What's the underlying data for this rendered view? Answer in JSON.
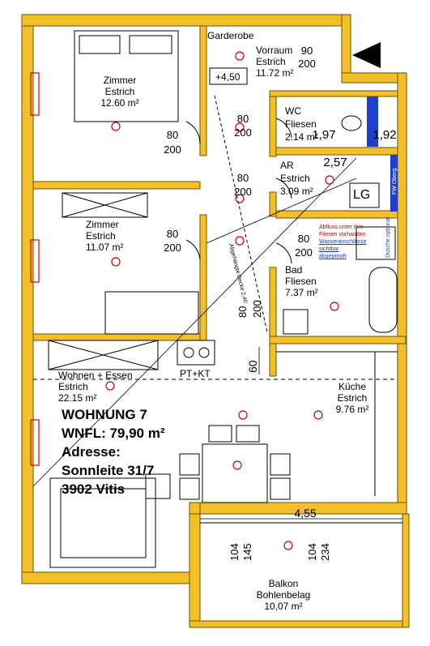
{
  "colors": {
    "wall": "#f4c02a",
    "wall_outline": "#6b5200",
    "electrical": "#cc0000",
    "accent_blue": "#1f3fcf"
  },
  "rooms": {
    "zimmer1": {
      "name": "Zimmer",
      "floor": "Estrich",
      "area": "12.60 m²"
    },
    "zimmer2": {
      "name": "Zimmer",
      "floor": "Estrich",
      "area": "11.07 m²"
    },
    "vorraum": {
      "name": "Vorraum",
      "floor": "Estrich",
      "area": "11.72 m²",
      "garderobe": "Garderobe",
      "level": "+4,50"
    },
    "wc": {
      "name": "WC",
      "floor": "Fliesen",
      "area": "2.14 m²"
    },
    "ar": {
      "name": "AR",
      "floor": "Estrich",
      "area": "3.09 m²",
      "lg": "LG",
      "fw": "FW Oberg."
    },
    "bad": {
      "name": "Bad",
      "floor": "Fliesen",
      "area": "7.37 m²",
      "note_red_1": "Abfluss unter den",
      "note_red_2": "Fliesen vorhanden",
      "note_blue_1": "Wasseranschlüsse",
      "note_blue_2": "sichtbar",
      "note_blue_3": "abgeprooft",
      "dusche": "Dusche optional"
    },
    "wohnen": {
      "name": "Wohnen + Essen",
      "floor": "Estrich",
      "area": "22.15 m²",
      "ptkt": "PT+KT"
    },
    "kueche": {
      "name": "Küche",
      "floor": "Estrich",
      "area": "9.76 m²"
    },
    "balkon": {
      "name": "Balkon",
      "floor": "Bohlenbelag",
      "area": "10,07 m²"
    }
  },
  "unit": {
    "line1": "WOHNUNG 7",
    "line2": "WNFL: 79,90 m²",
    "line3": "Adresse:",
    "line4": "Sonnleite 31/7",
    "line5": "3902 Vitis"
  },
  "dimensions": {
    "door_w": "80",
    "door_h": "200",
    "door_h_vorraum": "90",
    "wc_w": "1,97",
    "wc_h": "1,92",
    "ar_w": "2,57",
    "kitchen_60": "60",
    "balkon_w": "4,55",
    "balkon_104a": "104",
    "balkon_145": "145",
    "balkon_104b": "104",
    "balkon_234": "234"
  },
  "annotations": {
    "stair_note": "Abgehängte Decke 2,40"
  }
}
